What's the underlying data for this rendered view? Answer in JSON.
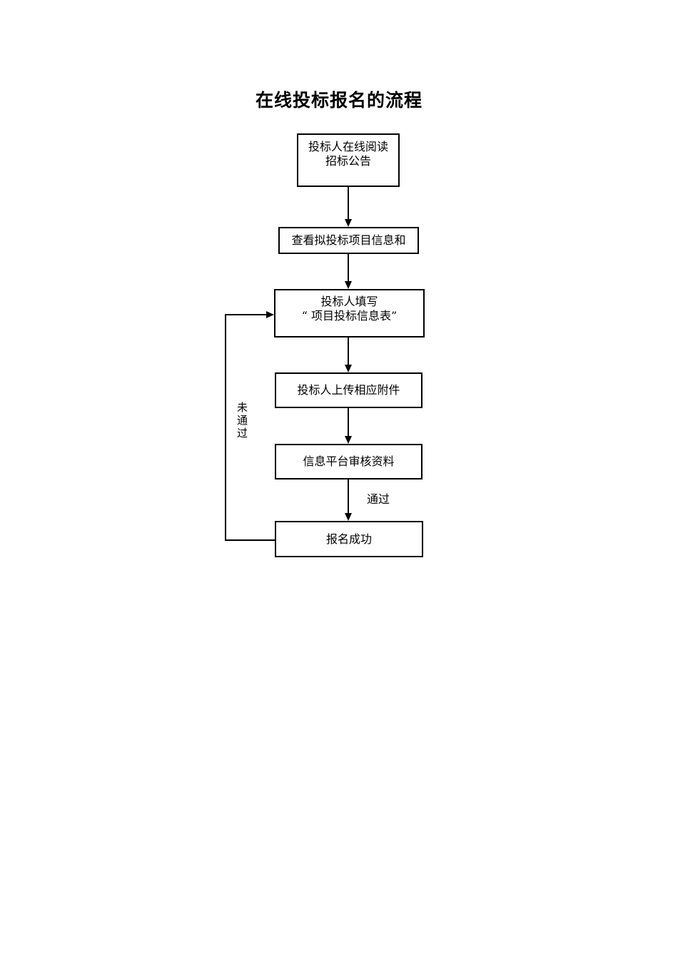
{
  "page": {
    "background_color": "#ffffff",
    "line_color": "#000000",
    "text_color": "#000000"
  },
  "title": "在线投标报名的流程",
  "flowchart": {
    "type": "flowchart",
    "nodes": [
      {
        "id": "read-announcement",
        "label": "投标人在线阅读\n招标公告"
      },
      {
        "id": "view-project-info",
        "label": "查看拟投标项目信息和"
      },
      {
        "id": "fill-bid-form",
        "label": "投标人填写\n“ 项目投标信息表”"
      },
      {
        "id": "upload-attachments",
        "label": "投标人上传相应附件"
      },
      {
        "id": "platform-review",
        "label": "信息平台审核资料"
      },
      {
        "id": "registration-success",
        "label": "报名成功"
      }
    ],
    "edges": [
      {
        "from": "read-announcement",
        "to": "view-project-info",
        "label": ""
      },
      {
        "from": "view-project-info",
        "to": "fill-bid-form",
        "label": ""
      },
      {
        "from": "fill-bid-form",
        "to": "upload-attachments",
        "label": ""
      },
      {
        "from": "upload-attachments",
        "to": "platform-review",
        "label": ""
      },
      {
        "from": "platform-review",
        "to": "registration-success",
        "label": "通过"
      },
      {
        "from": "registration-success",
        "to": "fill-bid-form",
        "label": "未通过"
      }
    ],
    "edge_labels": {
      "pass": "通过",
      "fail": "未通过"
    }
  }
}
